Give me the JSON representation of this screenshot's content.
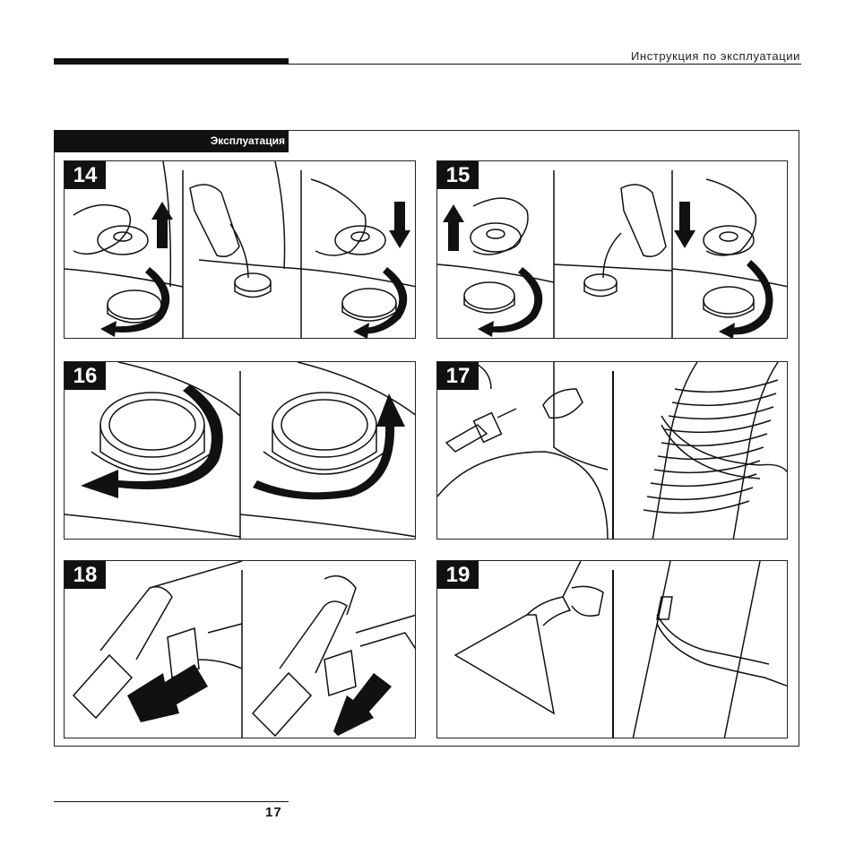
{
  "header": {
    "title": "Инструкция по эксплуатации"
  },
  "section": {
    "label": "Эксплуатация"
  },
  "steps": [
    {
      "number": "14"
    },
    {
      "number": "15"
    },
    {
      "number": "16"
    },
    {
      "number": "17"
    },
    {
      "number": "18"
    },
    {
      "number": "19"
    }
  ],
  "footer": {
    "page_number": "17"
  }
}
